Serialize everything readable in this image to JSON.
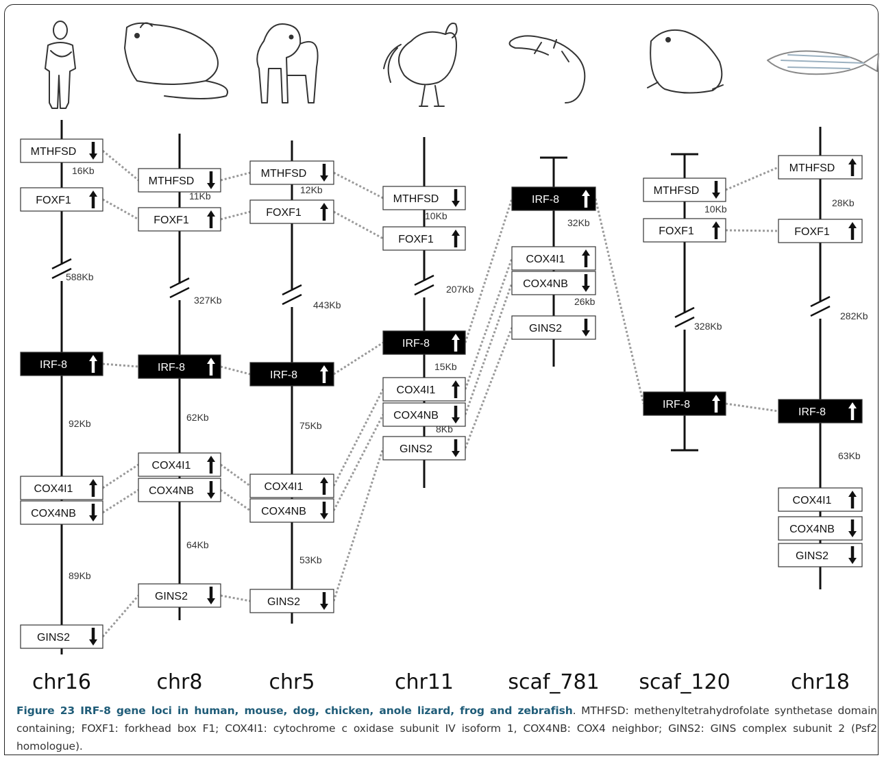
{
  "columns": [
    {
      "chromosome": "chr16",
      "animal": "human",
      "genes": [
        {
          "name": "MTHFSD",
          "dir": "down",
          "highlight": false
        },
        {
          "name": "FOXF1",
          "dir": "up",
          "highlight": false
        },
        {
          "name": "IRF-8",
          "dir": "up",
          "highlight": true
        },
        {
          "name": "COX4I1",
          "dir": "up",
          "highlight": false
        },
        {
          "name": "COX4NB",
          "dir": "down",
          "highlight": false
        },
        {
          "name": "GINS2",
          "dir": "down",
          "highlight": false
        }
      ],
      "distances": [
        "16Kb",
        "588Kb",
        "92Kb",
        "89Kb"
      ]
    },
    {
      "chromosome": "chr8",
      "animal": "mouse",
      "genes": [
        {
          "name": "MTHFSD",
          "dir": "down",
          "highlight": false
        },
        {
          "name": "FOXF1",
          "dir": "up",
          "highlight": false
        },
        {
          "name": "IRF-8",
          "dir": "up",
          "highlight": true
        },
        {
          "name": "COX4I1",
          "dir": "up",
          "highlight": false
        },
        {
          "name": "COX4NB",
          "dir": "down",
          "highlight": false
        },
        {
          "name": "GINS2",
          "dir": "down",
          "highlight": false
        }
      ],
      "distances": [
        "11Kb",
        "327Kb",
        "62Kb",
        "64Kb"
      ]
    },
    {
      "chromosome": "chr5",
      "animal": "dog",
      "genes": [
        {
          "name": "MTHFSD",
          "dir": "down",
          "highlight": false
        },
        {
          "name": "FOXF1",
          "dir": "up",
          "highlight": false
        },
        {
          "name": "IRF-8",
          "dir": "up",
          "highlight": true
        },
        {
          "name": "COX4I1",
          "dir": "up",
          "highlight": false
        },
        {
          "name": "COX4NB",
          "dir": "down",
          "highlight": false
        },
        {
          "name": "GINS2",
          "dir": "down",
          "highlight": false
        }
      ],
      "distances": [
        "12Kb",
        "443Kb",
        "75Kb",
        "53Kb"
      ]
    },
    {
      "chromosome": "chr11",
      "animal": "chicken",
      "genes": [
        {
          "name": "MTHFSD",
          "dir": "down",
          "highlight": false
        },
        {
          "name": "FOXF1",
          "dir": "up",
          "highlight": false
        },
        {
          "name": "IRF-8",
          "dir": "up",
          "highlight": true
        },
        {
          "name": "COX4I1",
          "dir": "up",
          "highlight": false
        },
        {
          "name": "COX4NB",
          "dir": "down",
          "highlight": false
        },
        {
          "name": "GINS2",
          "dir": "down",
          "highlight": false
        }
      ],
      "distances": [
        "10Kb",
        "207Kb",
        "15Kb",
        "8Kb"
      ]
    },
    {
      "chromosome": "scaf_781",
      "animal": "anole lizard",
      "genes": [
        {
          "name": "IRF-8",
          "dir": "up",
          "highlight": true
        },
        {
          "name": "COX4I1",
          "dir": "up",
          "highlight": false
        },
        {
          "name": "COX4NB",
          "dir": "down",
          "highlight": false
        },
        {
          "name": "GINS2",
          "dir": "down",
          "highlight": false
        }
      ],
      "distances": [
        "32Kb",
        "26kb"
      ]
    },
    {
      "chromosome": "scaf_120",
      "animal": "frog",
      "genes": [
        {
          "name": "MTHFSD",
          "dir": "down",
          "highlight": false
        },
        {
          "name": "FOXF1",
          "dir": "up",
          "highlight": false
        },
        {
          "name": "IRF-8",
          "dir": "up",
          "highlight": true
        }
      ],
      "distances": [
        "10Kb",
        "328Kb"
      ]
    },
    {
      "chromosome": "chr18",
      "animal": "zebrafish",
      "genes": [
        {
          "name": "MTHFSD",
          "dir": "up",
          "highlight": false
        },
        {
          "name": "FOXF1",
          "dir": "up",
          "highlight": false
        },
        {
          "name": "IRF-8",
          "dir": "up",
          "highlight": true
        },
        {
          "name": "COX4I1",
          "dir": "up",
          "highlight": false
        },
        {
          "name": "COX4NB",
          "dir": "down",
          "highlight": false
        },
        {
          "name": "GINS2",
          "dir": "down",
          "highlight": false
        }
      ],
      "distances": [
        "28Kb",
        "282Kb",
        "63Kb"
      ]
    }
  ],
  "caption": {
    "title": "Figure 23 IRF-8 gene loci in human, mouse, dog, chicken, anole lizard, frog and zebrafish",
    "text": ". MTHFSD: methenyltetrahydrofolate synthetase domain containing; FOXF1: forkhead box F1; COX4I1: cytochrome c oxidase subunit IV isoform 1, COX4NB: COX4 neighbor; GINS2: GINS complex subunit 2 (Psf2 homologue)."
  },
  "colors": {
    "box_highlight": "#000000",
    "box_normal": "#ffffff",
    "connector": "#9a9a9a",
    "caption_title": "#1f5c78"
  }
}
